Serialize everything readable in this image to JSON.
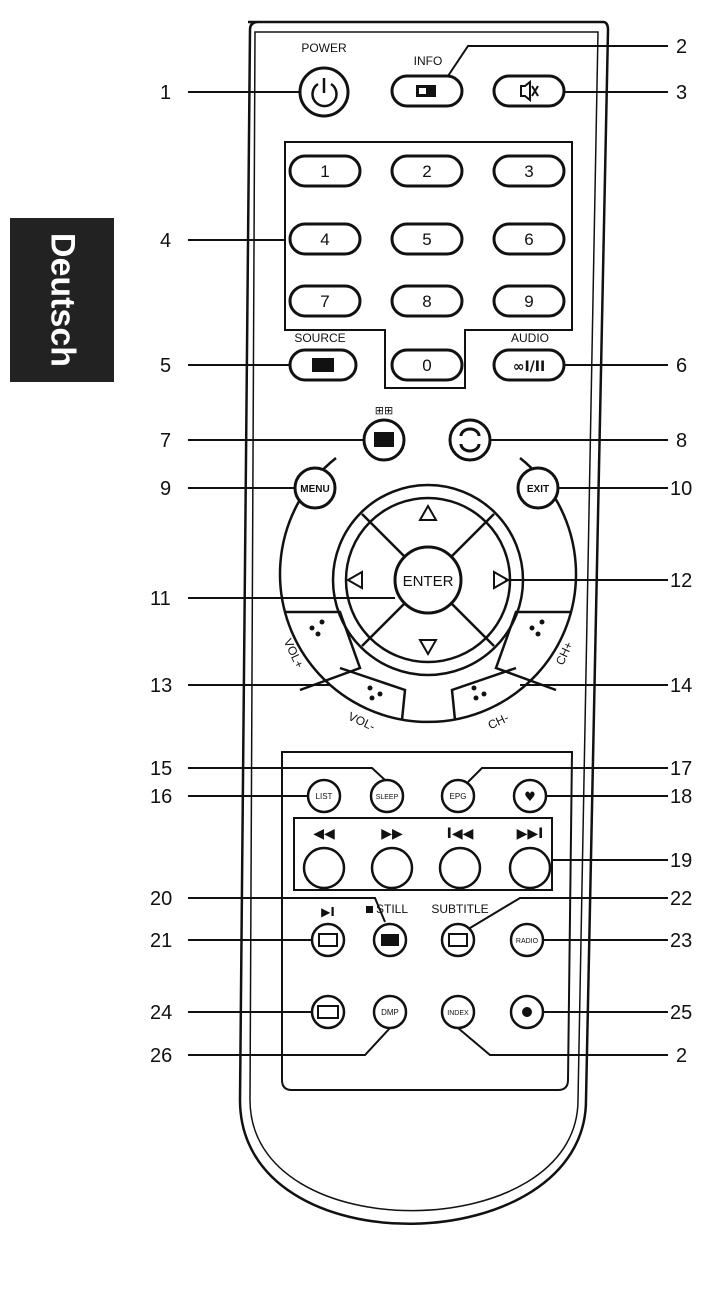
{
  "tab_label": "Deutsch",
  "labels": {
    "power": "POWER",
    "info": "INFO",
    "source": "SOURCE",
    "audio": "AUDIO",
    "menu": "MENU",
    "exit": "EXIT",
    "enter": "ENTER",
    "vol_plus": "VOL+",
    "vol_minus": "VOL-",
    "ch_plus": "CH+",
    "ch_minus": "CH-",
    "list": "LIST",
    "sleep": "SLEEP",
    "epg": "EPG",
    "still": "STILL",
    "subtitle": "SUBTITLE",
    "radio": "RADIO",
    "dmp": "DMP",
    "index": "INDEX"
  },
  "digits": [
    "1",
    "2",
    "3",
    "4",
    "5",
    "6",
    "7",
    "8",
    "9",
    "0"
  ],
  "callouts": [
    "1",
    "2",
    "3",
    "4",
    "5",
    "6",
    "7",
    "8",
    "9",
    "10",
    "11",
    "12",
    "13",
    "14",
    "15",
    "16",
    "17",
    "18",
    "19",
    "20",
    "21",
    "22",
    "23",
    "24",
    "25",
    "26",
    "2"
  ],
  "colors": {
    "ink": "#111111",
    "tab_bg": "#222222",
    "tab_text": "#ffffff"
  }
}
